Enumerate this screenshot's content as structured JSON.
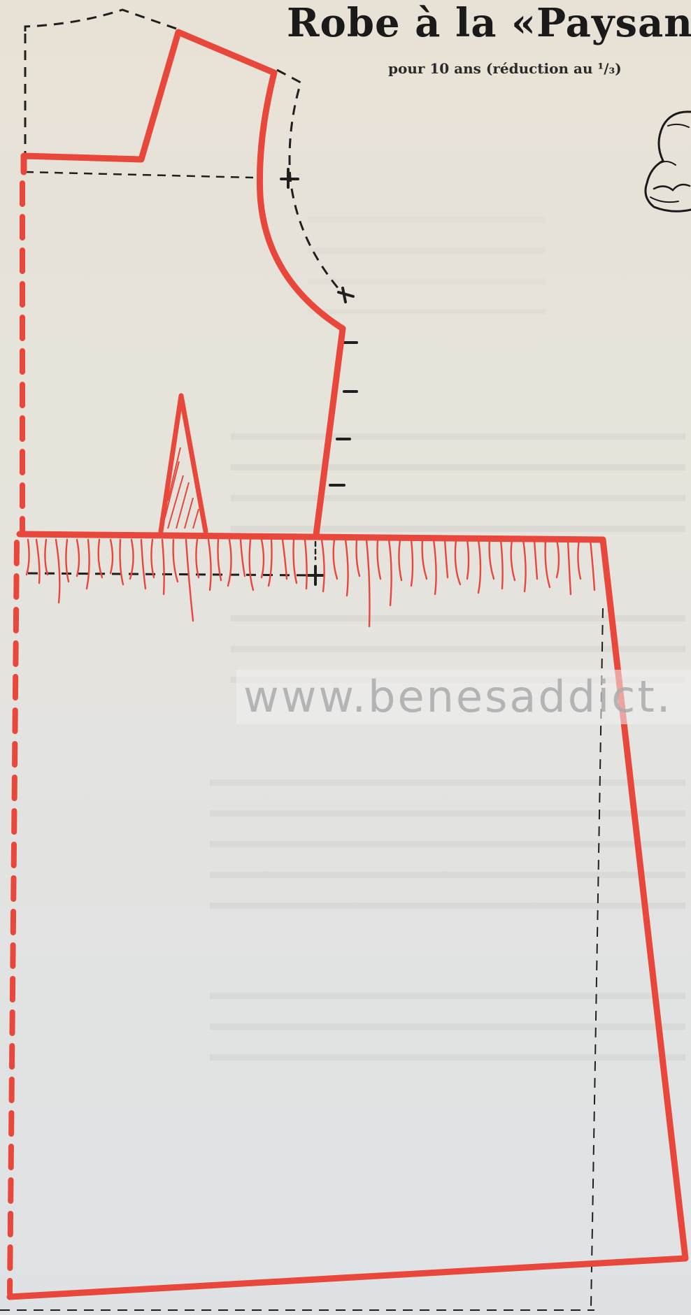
{
  "document": {
    "title": "Robe à la «Paysanne",
    "subtitle": "pour 10 ans (réduction au ¹/₃)",
    "watermark": "www.benesaddict."
  },
  "colors": {
    "pattern_line": "#e8473c",
    "guide_line": "#1f1f1f",
    "paper": "#e6e3dc"
  },
  "illustration": {
    "icon": "sleeve-sketch-icon"
  }
}
